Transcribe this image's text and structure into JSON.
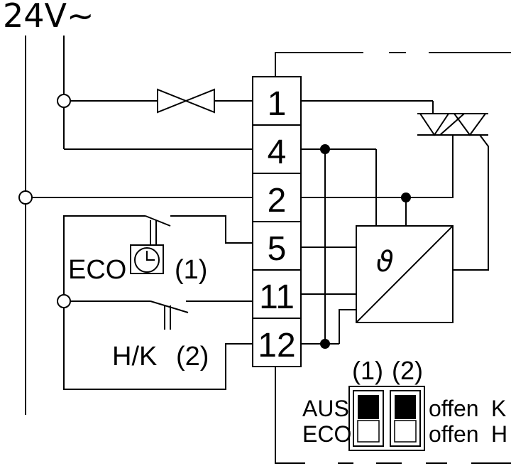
{
  "supply": {
    "label": "24V~"
  },
  "terminals": [
    {
      "number": "1"
    },
    {
      "number": "4"
    },
    {
      "number": "2"
    },
    {
      "number": "5"
    },
    {
      "number": "11"
    },
    {
      "number": "12"
    }
  ],
  "inputs": {
    "eco_label": "ECO",
    "eco_ref": "(1)",
    "hk_label": "H/K",
    "hk_ref": "(2)"
  },
  "controller": {
    "symbol": "ϑ"
  },
  "dip_switches": {
    "switch_1_label": "(1)",
    "switch_2_label": "(2)",
    "left_top": "AUS",
    "left_bottom": "ECO",
    "right_top_1": "offen",
    "right_top_2": "K",
    "right_bottom_1": "offen",
    "right_bottom_2": "H"
  },
  "colors": {
    "line": "#000000",
    "background": "#ffffff"
  }
}
